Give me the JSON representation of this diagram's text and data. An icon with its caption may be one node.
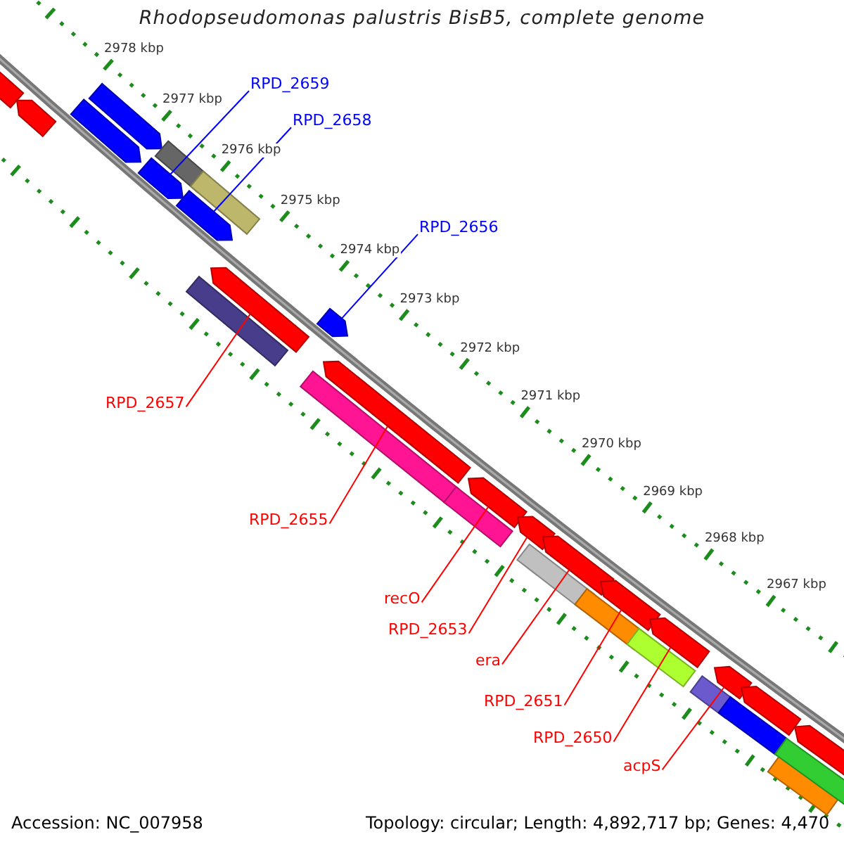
{
  "diagram": {
    "title": "Rhodopseudomonas palustris BisB5, complete genome",
    "nodes": [
      {
        "text": [
          "RPD_2659"
        ]
      },
      {
        "text": [
          "RPD_2658"
        ]
      },
      {
        "text": [
          "RPD_2656"
        ]
      },
      {
        "text": [
          "RPD_2657"
        ]
      },
      {
        "text": [
          "RPD_2655"
        ]
      },
      {
        "text": [
          "recO"
        ]
      },
      {
        "text": [
          "RPD_2653"
        ]
      },
      {
        "text": [
          "era"
        ]
      },
      {
        "text": [
          "RPD_2651"
        ]
      },
      {
        "text": [
          "RPD_2650"
        ]
      },
      {
        "text": [
          "acpS"
        ]
      },
      {
        "text": [],
        "shape": "bar"
      },
      {
        "text": [],
        "shape": "bar"
      },
      {
        "text": [],
        "shape": "bar"
      },
      {
        "text": [],
        "shape": "bar"
      },
      {
        "text": [],
        "shape": "bar"
      },
      {
        "text": [],
        "shape": "bar"
      },
      {
        "text": [],
        "shape": "bar"
      },
      {
        "text": [],
        "shape": "bar"
      },
      {
        "text": [],
        "shape": "bar"
      },
      {
        "text": [],
        "shape": "bar"
      },
      {
        "text": [],
        "shape": "bar"
      },
      {
        "text": [],
        "shape": "bar"
      },
      {
        "text": [],
        "shape": "bar"
      },
      {
        "text": [],
        "shape": "bar"
      },
      {
        "text": [],
        "shape": "bar"
      },
      {
        "text": [],
        "shape": "bar"
      },
      {
        "text": [],
        "shape": "bar"
      },
      {
        "text": [],
        "shape": "bar"
      },
      {
        "text": [],
        "shape": "bar"
      },
      {
        "text": [],
        "shape": "bar"
      },
      {
        "text": [],
        "shape": "bar"
      },
      {
        "text": [],
        "shape": "bar"
      },
      {
        "text": [],
        "shape": "bar"
      },
      {
        "text": [],
        "shape": "bar"
      },
      {
        "text": [],
        "shape": "bar"
      },
      {
        "text": [],
        "shape": "bar"
      },
      {
        "text": [],
        "shape": "bar"
      },
      {
        "text": [],
        "shape": "bar"
      },
      {
        "text": [],
        "shape": "bar"
      }
    ],
    "edges": [
      {
        "from": 0,
        "to": 15,
        "arrow": "none",
        "color": "#0000ff"
      },
      {
        "from": 1,
        "to": 17,
        "arrow": "none",
        "color": "#0000ff"
      },
      {
        "from": 2,
        "to": 23,
        "arrow": "none",
        "color": "#0000ff"
      },
      {
        "from": 3,
        "to": 20,
        "arrow": "none"
      },
      {
        "from": 4,
        "to": 22,
        "arrow": "none"
      },
      {
        "from": 5,
        "to": 25,
        "arrow": "none"
      },
      {
        "from": 6,
        "to": 26,
        "arrow": "none"
      },
      {
        "from": 7,
        "to": 28,
        "arrow": "none"
      },
      {
        "from": 8,
        "to": 30,
        "arrow": "none"
      },
      {
        "from": 9,
        "to": 32,
        "arrow": "none"
      },
      {
        "from": 10,
        "to": 34,
        "arrow": "none"
      }
    ],
    "labels": [
      "2978 kbp",
      "2977 kbp",
      "2976 kbp",
      "2975 kbp",
      "2974 kbp",
      "2973 kbp",
      "2972 kbp",
      "2971 kbp",
      "2970 kbp",
      "2969 kbp",
      "2968 kbp",
      "2967 kbp",
      "Accession: NC_007958",
      "Topology: circular; Length: 4,892,717 bp; Genes: 4,470"
    ]
  }
}
